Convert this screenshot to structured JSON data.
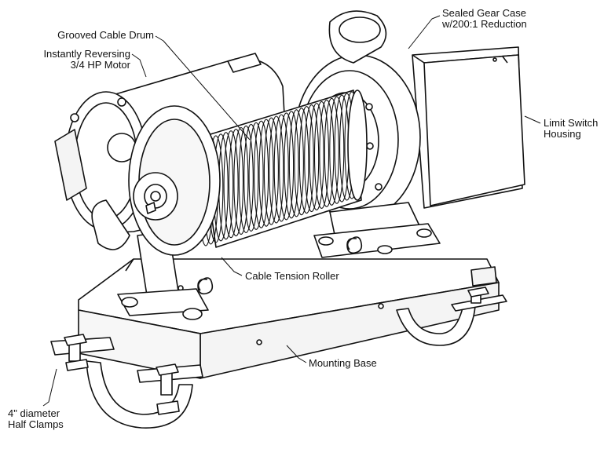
{
  "labels": {
    "grooved_cable_drum": "Grooved Cable Drum",
    "motor": [
      "Instantly Reversing",
      "3/4 HP Motor"
    ],
    "gear_case": [
      "Sealed Gear Case",
      "w/200:1 Reduction"
    ],
    "limit_switch": [
      "Limit Switch",
      "Housing"
    ],
    "tension_roller": "Cable Tension Roller",
    "mounting_base": "Mounting Base",
    "half_clamps": [
      "4\" diameter",
      "Half Clamps"
    ]
  },
  "colors": {
    "line": "#111111",
    "fill": "#ffffff",
    "shade": "#e9e9e9"
  }
}
